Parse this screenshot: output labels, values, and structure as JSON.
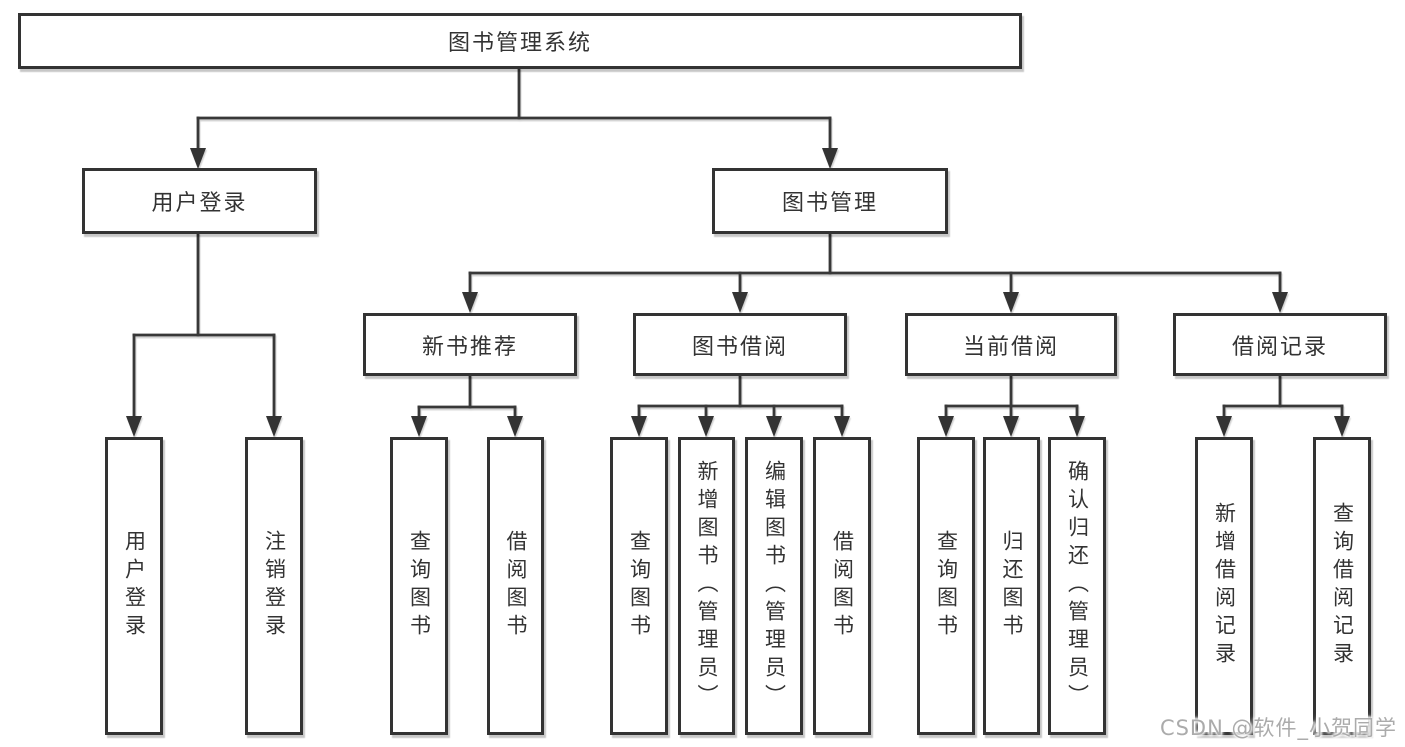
{
  "colors": {
    "line": "#383838",
    "box_border": "#333333",
    "text": "#333333",
    "background": "#ffffff",
    "watermark": "#ababab"
  },
  "tree": {
    "root": {
      "label": "图书管理系统",
      "children": [
        {
          "label": "用户登录",
          "children": [
            {
              "label": "用户登录"
            },
            {
              "label": "注销登录"
            }
          ]
        },
        {
          "label": "图书管理",
          "children": [
            {
              "label": "新书推荐",
              "children": [
                {
                  "label": "查询图书"
                },
                {
                  "label": "借阅图书"
                }
              ]
            },
            {
              "label": "图书借阅",
              "children": [
                {
                  "label": "查询图书"
                },
                {
                  "label": "新增图书（管理员）"
                },
                {
                  "label": "编辑图书（管理员）"
                },
                {
                  "label": "借阅图书"
                }
              ]
            },
            {
              "label": "当前借阅",
              "children": [
                {
                  "label": "查询图书"
                },
                {
                  "label": "归还图书"
                },
                {
                  "label": "确认归还（管理员）"
                }
              ]
            },
            {
              "label": "借阅记录",
              "children": [
                {
                  "label": "新增借阅记录"
                },
                {
                  "label": "查询借阅记录"
                }
              ]
            }
          ]
        }
      ]
    }
  },
  "watermark": {
    "text": "CSDN @软件_小贺同学"
  }
}
